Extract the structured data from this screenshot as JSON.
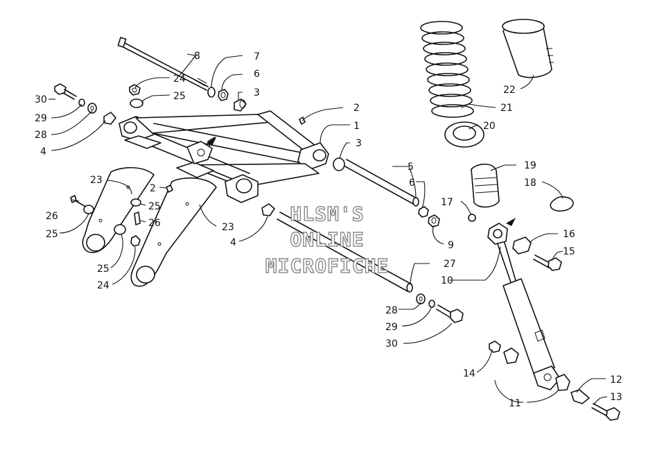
{
  "watermark": {
    "lines": [
      "HLSM'S",
      "ONLINE",
      "MICROFICHE"
    ]
  },
  "callouts": {
    "c1": "1",
    "c2a": "2",
    "c2b": "2",
    "c3a": "3",
    "c3b": "3",
    "c4a": "4",
    "c4b": "4",
    "c5": "5",
    "c6a": "6",
    "c6b": "6",
    "c7": "7",
    "c8": "8",
    "c9": "9",
    "c10": "10",
    "c11": "11",
    "c12": "12",
    "c13": "13",
    "c14": "14",
    "c15": "15",
    "c16": "16",
    "c17": "17",
    "c18": "18",
    "c19": "19",
    "c20": "20",
    "c21": "21",
    "c22": "22",
    "c23a": "23",
    "c23b": "23",
    "c24a": "24",
    "c24b": "24",
    "c25a": "25",
    "c25b": "25",
    "c25c": "25",
    "c25d": "25",
    "c26a": "26",
    "c26b": "26",
    "c27": "27",
    "c28a": "28",
    "c28b": "28",
    "c29a": "29",
    "c29b": "29",
    "c30a": "30",
    "c30b": "30"
  }
}
